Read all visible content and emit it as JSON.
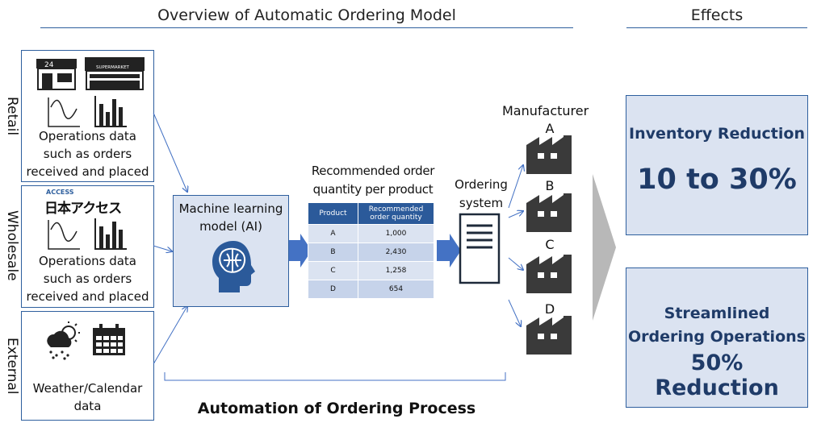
{
  "header": {
    "overview_title": "Overview of Automatic Ordering Model",
    "effects_title": "Effects"
  },
  "sources": [
    {
      "side_label": "Retail",
      "text_lines": [
        "Operations data",
        "such as orders",
        "received and placed"
      ]
    },
    {
      "side_label": "Wholesale",
      "logo_top": "ACCESS",
      "logo_main": "日本アクセス",
      "text_lines": [
        "Operations data",
        "such as orders",
        "received and placed"
      ]
    },
    {
      "side_label": "External",
      "text_lines": [
        "Weather/Calendar",
        "data"
      ]
    }
  ],
  "retail_icons": {
    "store_sign": "24",
    "supermarket_sign": "SUPERMARKET"
  },
  "ai_model": {
    "label_lines": [
      "Machine learning",
      "model (AI)"
    ],
    "icon": "brain-head-icon"
  },
  "recommendation": {
    "title_lines": [
      "Recommended order",
      "quantity per product"
    ],
    "columns": [
      "Product",
      "Recommended order quantity"
    ],
    "rows": [
      {
        "product": "A",
        "quantity": "1,000"
      },
      {
        "product": "B",
        "quantity": "2,430"
      },
      {
        "product": "C",
        "quantity": "1,258"
      },
      {
        "product": "D",
        "quantity": "654"
      }
    ]
  },
  "ordering_system": {
    "label_lines": [
      "Ordering",
      "system"
    ],
    "icon": "document-icon"
  },
  "manufacturers": {
    "title": "Manufacturer",
    "labels": [
      "A",
      "B",
      "C",
      "D"
    ],
    "icon": "factory-icon"
  },
  "process_label": "Automation of Ordering Process",
  "effects": [
    {
      "title": "Inventory Reduction",
      "value": "10 to 30%"
    },
    {
      "title_lines": [
        "Streamlined",
        "Ordering Operations"
      ],
      "value": "50% Reduction"
    }
  ],
  "colors": {
    "accent": "#2e5f9e",
    "box_fill": "#dbe3f1",
    "header_fill": "#2b5a9a",
    "effect_text": "#1f3b68",
    "arrow": "#4472c4",
    "icon_dark": "#3a3a3a"
  }
}
